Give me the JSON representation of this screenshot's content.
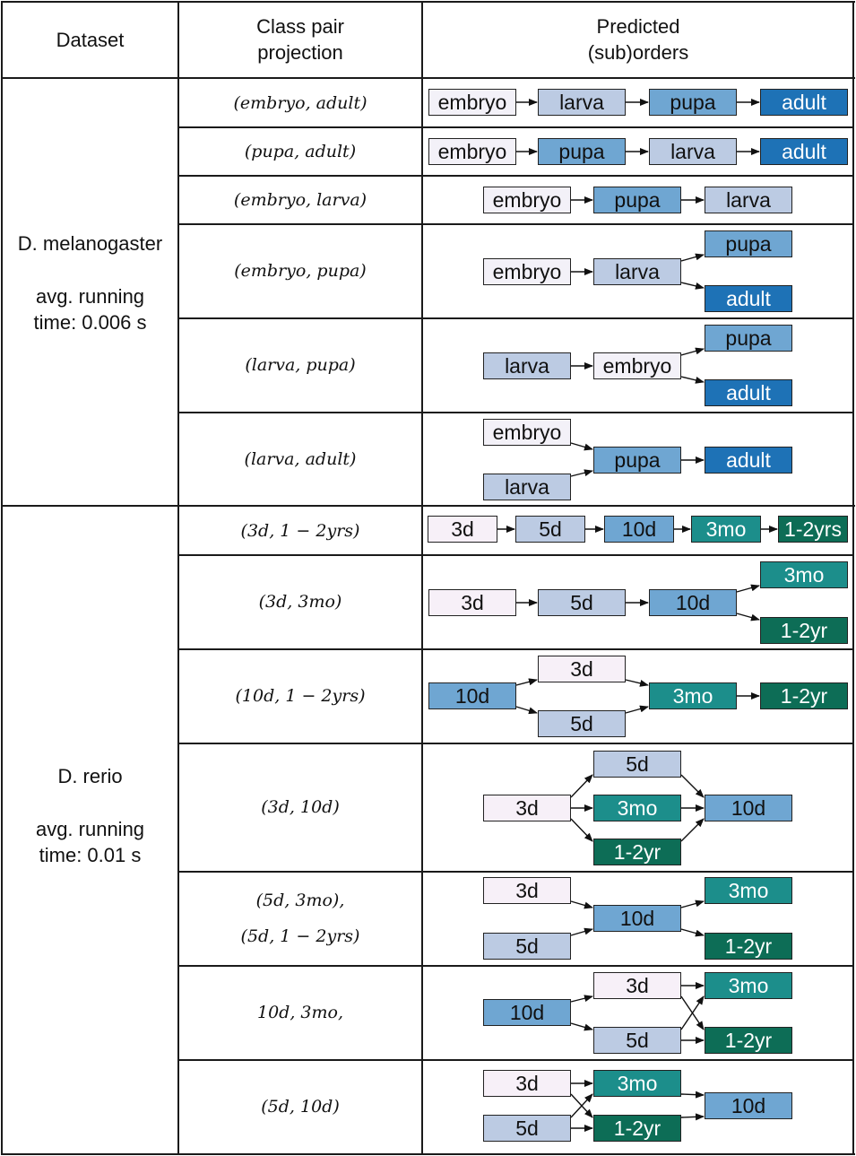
{
  "header": {
    "dataset": [
      "Dataset"
    ],
    "projection": [
      "Class pair",
      "projection"
    ],
    "predicted": [
      "Predicted",
      "(sub)orders"
    ]
  },
  "colors": {
    "embryo": "#f3f1f8",
    "larva": "#bccbe3",
    "pupa": "#6fa6d2",
    "adult": "#1e72b6",
    "3d": "#f7f0f8",
    "5d": "#bccbe3",
    "10d": "#6fa6d2",
    "3mo": "#1c8e8b",
    "1-2yr": "#0d6d56",
    "dark_text": "#111111",
    "light_text": "#ffffff"
  },
  "datasets": [
    {
      "name": "D. melanogaster",
      "runtime": [
        "avg. running",
        "time: 0.006 s"
      ]
    },
    {
      "name": "D. rerio",
      "runtime": [
        "avg. running",
        "time: 0.01 s"
      ]
    }
  ],
  "rows": [
    {
      "projection": [
        "(embryo, adult)"
      ],
      "nodes": [
        {
          "label": "embryo",
          "kind": "embryo"
        },
        {
          "label": "larva",
          "kind": "larva"
        },
        {
          "label": "pupa",
          "kind": "pupa"
        },
        {
          "label": "adult",
          "kind": "adult"
        }
      ],
      "edges": [
        [
          0,
          1
        ],
        [
          1,
          2
        ],
        [
          2,
          3
        ]
      ]
    },
    {
      "projection": [
        "(pupa, adult)"
      ],
      "nodes": [
        {
          "label": "embryo",
          "kind": "embryo"
        },
        {
          "label": "pupa",
          "kind": "pupa"
        },
        {
          "label": "larva",
          "kind": "larva"
        },
        {
          "label": "adult",
          "kind": "adult"
        }
      ],
      "edges": [
        [
          0,
          1
        ],
        [
          1,
          2
        ],
        [
          2,
          3
        ]
      ]
    },
    {
      "projection": [
        "(embryo, larva)"
      ],
      "nodes": [
        {
          "label": "embryo",
          "kind": "embryo"
        },
        {
          "label": "pupa",
          "kind": "pupa"
        },
        {
          "label": "larva",
          "kind": "larva"
        }
      ],
      "edges": [
        [
          0,
          1
        ],
        [
          1,
          2
        ]
      ]
    },
    {
      "projection": [
        "(embryo, pupa)"
      ],
      "nodes": [
        {
          "label": "embryo",
          "kind": "embryo"
        },
        {
          "label": "larva",
          "kind": "larva"
        },
        {
          "label": "pupa",
          "kind": "pupa"
        },
        {
          "label": "adult",
          "kind": "adult"
        }
      ],
      "edges": [
        [
          0,
          1
        ],
        [
          1,
          2
        ],
        [
          1,
          3
        ]
      ]
    },
    {
      "projection": [
        "(larva, pupa)"
      ],
      "nodes": [
        {
          "label": "larva",
          "kind": "larva"
        },
        {
          "label": "embryo",
          "kind": "embryo"
        },
        {
          "label": "pupa",
          "kind": "pupa"
        },
        {
          "label": "adult",
          "kind": "adult"
        }
      ],
      "edges": [
        [
          0,
          1
        ],
        [
          1,
          2
        ],
        [
          1,
          3
        ]
      ]
    },
    {
      "projection": [
        "(larva, adult)"
      ],
      "nodes": [
        {
          "label": "embryo",
          "kind": "embryo"
        },
        {
          "label": "larva",
          "kind": "larva"
        },
        {
          "label": "pupa",
          "kind": "pupa"
        },
        {
          "label": "adult",
          "kind": "adult"
        }
      ],
      "edges": [
        [
          0,
          2
        ],
        [
          1,
          2
        ],
        [
          2,
          3
        ]
      ]
    },
    {
      "projection": [
        "(3d, 1 − 2yrs)"
      ],
      "nodes": [
        {
          "label": "3d",
          "kind": "3d"
        },
        {
          "label": "5d",
          "kind": "5d"
        },
        {
          "label": "10d",
          "kind": "10d"
        },
        {
          "label": "3mo",
          "kind": "3mo"
        },
        {
          "label": "1-2yrs",
          "kind": "1-2yr"
        }
      ],
      "edges": [
        [
          0,
          1
        ],
        [
          1,
          2
        ],
        [
          2,
          3
        ],
        [
          3,
          4
        ]
      ]
    },
    {
      "projection": [
        "(3d, 3mo)"
      ],
      "nodes": [
        {
          "label": "3d",
          "kind": "3d"
        },
        {
          "label": "5d",
          "kind": "5d"
        },
        {
          "label": "10d",
          "kind": "10d"
        },
        {
          "label": "3mo",
          "kind": "3mo"
        },
        {
          "label": "1-2yr",
          "kind": "1-2yr"
        }
      ],
      "edges": [
        [
          0,
          1
        ],
        [
          1,
          2
        ],
        [
          2,
          3
        ],
        [
          2,
          4
        ]
      ]
    },
    {
      "projection": [
        "(10d, 1 − 2yrs)"
      ],
      "nodes": [
        {
          "label": "10d",
          "kind": "10d"
        },
        {
          "label": "3d",
          "kind": "3d"
        },
        {
          "label": "5d",
          "kind": "5d"
        },
        {
          "label": "3mo",
          "kind": "3mo"
        },
        {
          "label": "1-2yr",
          "kind": "1-2yr"
        }
      ],
      "edges": [
        [
          0,
          1
        ],
        [
          0,
          2
        ],
        [
          1,
          3
        ],
        [
          2,
          3
        ],
        [
          3,
          4
        ]
      ]
    },
    {
      "projection": [
        "(3d, 10d)"
      ],
      "nodes": [
        {
          "label": "3d",
          "kind": "3d"
        },
        {
          "label": "5d",
          "kind": "5d"
        },
        {
          "label": "3mo",
          "kind": "3mo"
        },
        {
          "label": "1-2yr",
          "kind": "1-2yr"
        },
        {
          "label": "10d",
          "kind": "10d"
        }
      ],
      "edges": [
        [
          0,
          1
        ],
        [
          0,
          2
        ],
        [
          0,
          3
        ],
        [
          1,
          4
        ],
        [
          2,
          4
        ],
        [
          3,
          4
        ]
      ]
    },
    {
      "projection": [
        "(5d, 3mo),",
        "(5d, 1 − 2yrs)"
      ],
      "nodes": [
        {
          "label": "3d",
          "kind": "3d"
        },
        {
          "label": "5d",
          "kind": "5d"
        },
        {
          "label": "10d",
          "kind": "10d"
        },
        {
          "label": "3mo",
          "kind": "3mo"
        },
        {
          "label": "1-2yr",
          "kind": "1-2yr"
        }
      ],
      "edges": [
        [
          0,
          2
        ],
        [
          1,
          2
        ],
        [
          2,
          3
        ],
        [
          2,
          4
        ]
      ]
    },
    {
      "projection": [
        "10d, 3mo,"
      ],
      "nodes": [
        {
          "label": "10d",
          "kind": "10d"
        },
        {
          "label": "3d",
          "kind": "3d"
        },
        {
          "label": "5d",
          "kind": "5d"
        },
        {
          "label": "3mo",
          "kind": "3mo"
        },
        {
          "label": "1-2yr",
          "kind": "1-2yr"
        }
      ],
      "edges": [
        [
          0,
          1
        ],
        [
          0,
          2
        ],
        [
          1,
          3
        ],
        [
          1,
          4
        ],
        [
          2,
          3
        ],
        [
          2,
          4
        ]
      ]
    },
    {
      "projection": [
        "(5d, 10d)"
      ],
      "nodes": [
        {
          "label": "3d",
          "kind": "3d"
        },
        {
          "label": "5d",
          "kind": "5d"
        },
        {
          "label": "3mo",
          "kind": "3mo"
        },
        {
          "label": "1-2yr",
          "kind": "1-2yr"
        },
        {
          "label": "10d",
          "kind": "10d"
        }
      ],
      "edges": [
        [
          0,
          2
        ],
        [
          0,
          3
        ],
        [
          1,
          2
        ],
        [
          1,
          3
        ],
        [
          2,
          4
        ],
        [
          3,
          4
        ]
      ]
    }
  ]
}
